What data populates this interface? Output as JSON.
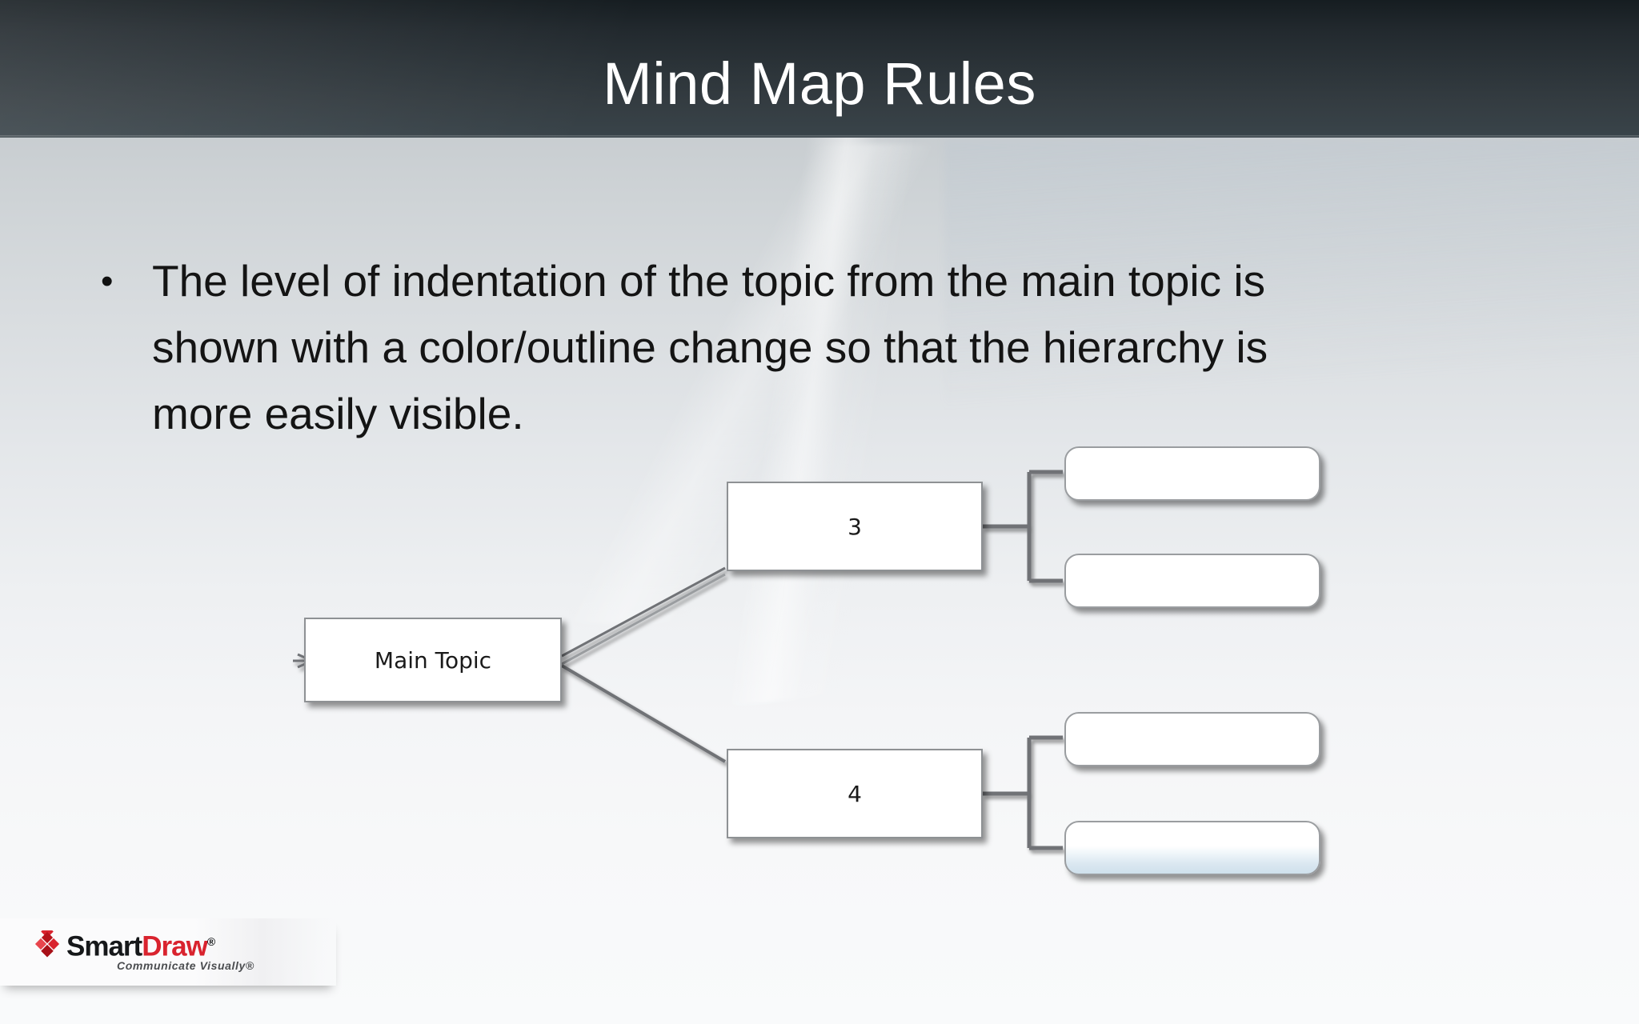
{
  "slide": {
    "title": "Mind Map Rules",
    "bullets": [
      {
        "marker": "•",
        "lines": [
          "The level of indentation of the topic from the main topic is",
          "shown with a color/outline change so that the hierarchy is",
          "more easily visible."
        ]
      }
    ]
  },
  "diagram": {
    "type": "mind-map",
    "nodes": {
      "main": {
        "label": "Main Topic",
        "shape": "rectangle",
        "fill": "#ffffff"
      },
      "branch_3": {
        "label": "3",
        "shape": "rectangle",
        "fill": "#ffffff"
      },
      "branch_4": {
        "label": "4",
        "shape": "rectangle",
        "fill": "#ffffff"
      },
      "leaf_a1": {
        "label": "",
        "shape": "rounded-rectangle",
        "fill": "#ffffff"
      },
      "leaf_a2": {
        "label": "",
        "shape": "rounded-rectangle",
        "fill": "#ffffff"
      },
      "leaf_b1": {
        "label": "",
        "shape": "rounded-rectangle",
        "fill": "#ffffff"
      },
      "leaf_b2": {
        "label": "",
        "shape": "rounded-rectangle",
        "fill": "#cfe0ec"
      }
    }
  },
  "footer": {
    "logo": {
      "icon": "red-diamond-icon",
      "word_dark": "Smart",
      "word_red": "Draw",
      "trademark": "®",
      "tagline": "Communicate Visually®"
    }
  },
  "colors": {
    "title_bar_top": "#161d21",
    "title_bar_bottom": "#39444a",
    "title_text": "#ffffff",
    "body_text": "#141414",
    "node_border": "#8e9194",
    "node_fill": "#ffffff",
    "node_tint": "#cfe0ec",
    "connector": "#6f7276",
    "logo_red": "#d9232e"
  }
}
